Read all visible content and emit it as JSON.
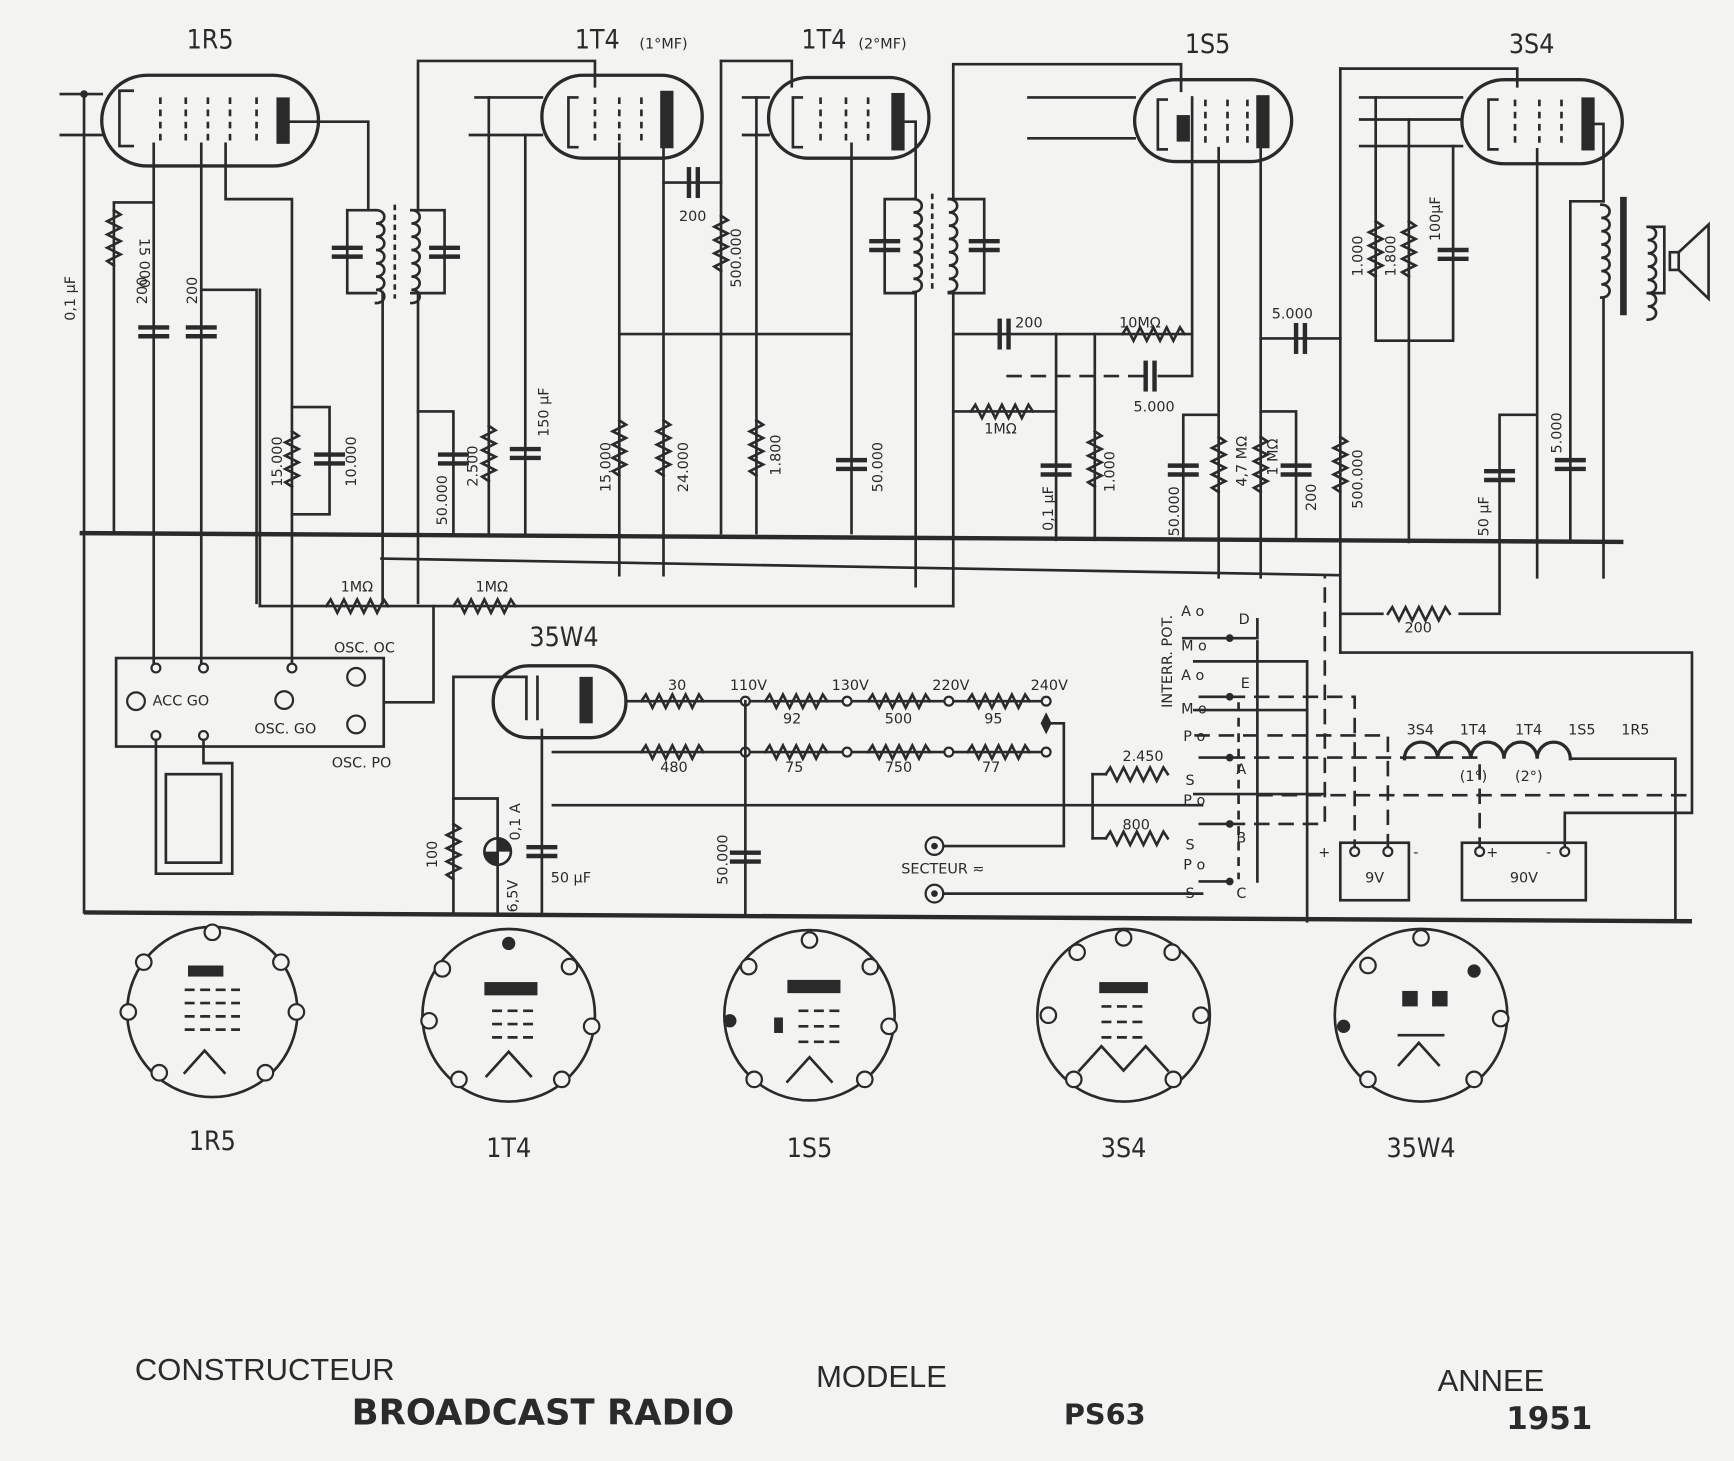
{
  "tubes": {
    "t1": "1R5",
    "t2": "1T4",
    "t2_sub": "(1°MF)",
    "t3": "1T4",
    "t3_sub": "(2°MF)",
    "t4": "1S5",
    "t5": "3S4",
    "t6": "35W4"
  },
  "components": {
    "c_0_1uF": "0,1 µF",
    "r_15000a": "15 000",
    "c_200a": "200",
    "c_200b": "200",
    "r_15000b": "15.000",
    "c_10000": "10.000",
    "c_50000a": "50.000",
    "r_2500": "2.500",
    "c_150uF": "150 µF",
    "c_200c": "200",
    "r_500000a": "500.000",
    "r_15000c": "15.000",
    "r_24000": "24.000",
    "r_1800a": "1.800",
    "c_50000b": "50.000",
    "c_200d": "200",
    "r_10M": "10MΩ",
    "c_5000a": "5.000",
    "pot_1M": "1MΩ",
    "c_0_1uF_b": "0,1 µF",
    "r_1000a": "1.000",
    "c_50000c": "50.000",
    "r_4_7M": "4,7 MΩ",
    "r_1M": "1 MΩ",
    "c_200e": "200",
    "c_5000b": "5.000",
    "r_500000b": "500.000",
    "r_1000b": "1.000",
    "r_1800b": "1.800",
    "c_100uF": "100µF",
    "c_50uF": "50 µF",
    "c_5000c": "5.000",
    "r_200": "200",
    "r_1M_a": "1MΩ",
    "r_1M_b": "1MΩ",
    "r_30": "30",
    "r_480": "480",
    "v110": "110V",
    "v130": "130V",
    "v220": "220V",
    "v240": "240V",
    "r_92": "92",
    "r_500": "500",
    "r_95": "95",
    "r_75": "75",
    "r_750": "750",
    "r_77": "77",
    "c_50000d": "50.000",
    "r_100": "100",
    "lamp_a": "0,1 A",
    "lamp_v": "6,5V",
    "c_50uF_b": "50 µF",
    "r_2450": "2.450",
    "r_800": "800",
    "secteur": "SECTEUR ≂"
  },
  "coil_block": {
    "osc_oc": "OSC. OC",
    "acc_go": "ACC  GO",
    "osc_go": "OSC. GO",
    "osc_po": "OSC. PO"
  },
  "switch": {
    "title": "INTERR.  POT.",
    "pins": [
      "A o",
      "M o",
      "A o",
      "M o",
      "P o",
      "S",
      "P o",
      "S",
      "P o",
      "S"
    ],
    "contacts": [
      "D",
      "E",
      "A",
      "B",
      "C"
    ]
  },
  "filaments": {
    "labels": [
      "3S4",
      "1T4",
      "1T4",
      "1S5",
      "1R5"
    ],
    "subs": [
      "(1°)",
      "(2°)"
    ]
  },
  "batteries": {
    "b9_label": "9V",
    "b90_label": "90V",
    "plus": "+",
    "minus": "-"
  },
  "pinouts": [
    "1R5",
    "1T4",
    "1S5",
    "3S4",
    "35W4"
  ],
  "footer": {
    "constructeur_label": "CONSTRUCTEUR",
    "constructeur_value": "BROADCAST  RADIO",
    "modele_label": "MODELE",
    "modele_value": "PS63",
    "annee_label": "ANNEE",
    "annee_value": "1951"
  }
}
